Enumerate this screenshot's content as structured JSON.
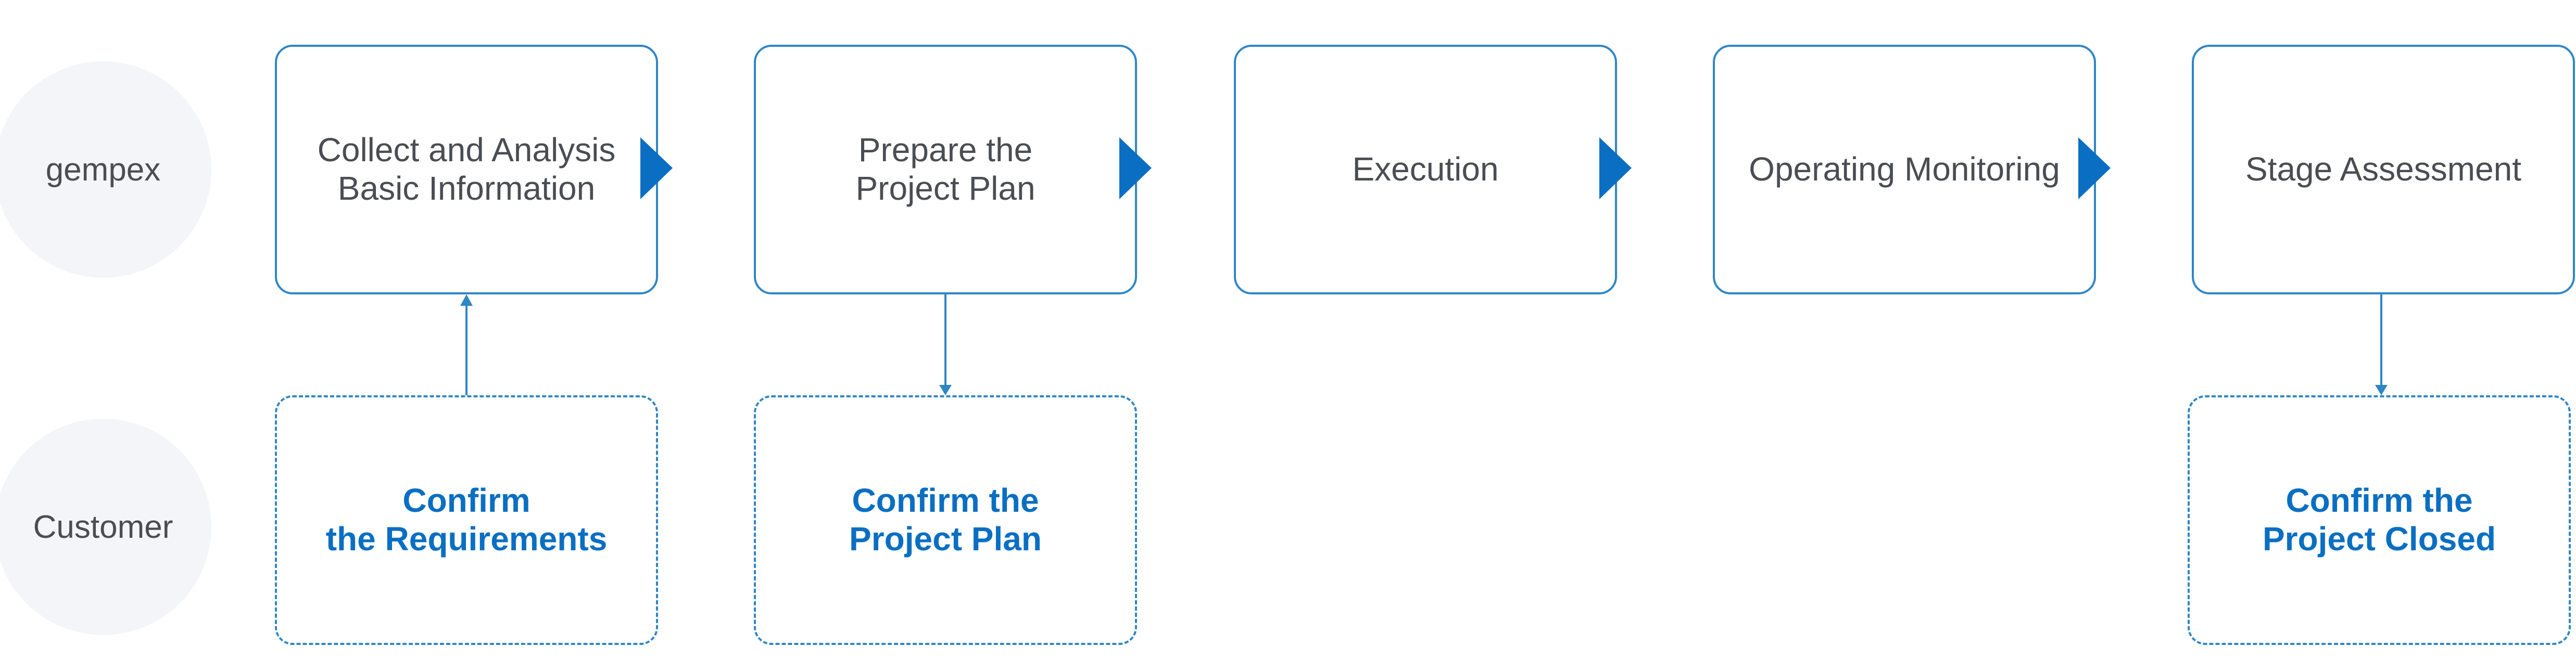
{
  "lanes": {
    "top": "gempex",
    "bottom": "Customer"
  },
  "steps": [
    {
      "line1": "Collect and Analysis",
      "line2": "Basic Information"
    },
    {
      "line1": "Prepare the",
      "line2": "Project Plan"
    },
    {
      "line1": "Execution",
      "line2": ""
    },
    {
      "line1": "Operating Monitoring",
      "line2": ""
    },
    {
      "line1": "Stage Assessment",
      "line2": ""
    }
  ],
  "confirmations": [
    {
      "line1": "Confirm",
      "line2": "the Requirements"
    },
    {
      "line1": "Confirm the",
      "line2": "Project Plan"
    },
    {
      "line1": "Confirm the",
      "line2": "Project Closed"
    }
  ],
  "colors": {
    "accent": "#0a6fc2",
    "border": "#2f86c6",
    "text": "#4a4d52",
    "lane_fill": "#f3f5f8"
  }
}
